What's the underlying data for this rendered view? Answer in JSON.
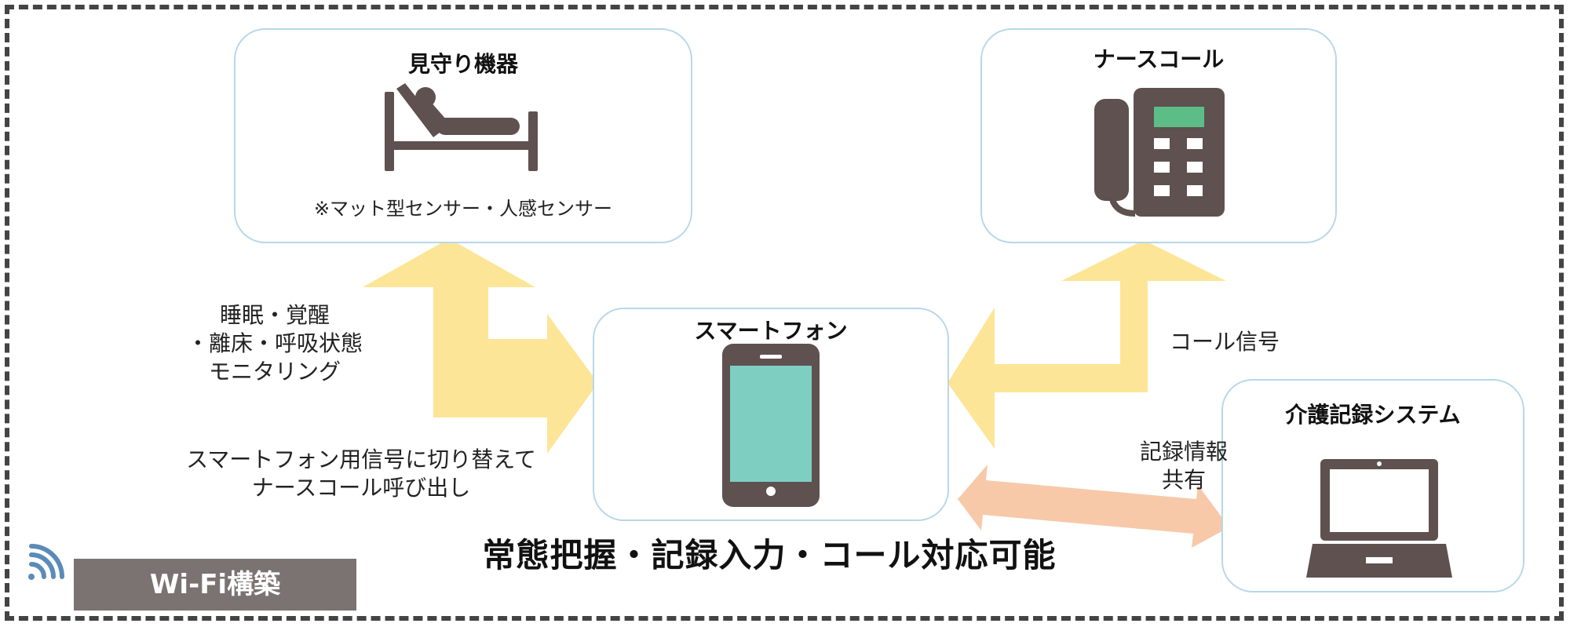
{
  "nodes": {
    "monitor": {
      "title": "見守り機器",
      "note": "※マット型センサー・人感センサー"
    },
    "nurse_call": {
      "title": "ナースコール"
    },
    "smartphone": {
      "title": "スマートフォン"
    },
    "care_record": {
      "title": "介護記録システム"
    }
  },
  "labels": {
    "monitor_signal": [
      "睡眠・覚醒",
      "・離床・呼吸状態",
      "モニタリング"
    ],
    "phone_switch": [
      "スマートフォン用信号に切り替えて",
      "ナースコール呼び出し"
    ],
    "call_signal": "コール信号",
    "record_share": [
      "記録情報",
      "共有"
    ]
  },
  "caption": "常態把握・記録入力・コール対応可能",
  "wifi": {
    "label": "Wi-Fi構築",
    "icon": "wifi-icon"
  },
  "colors": {
    "arrow_yellow": "#fde597",
    "arrow_peach": "#f7c9a9",
    "box_border": "#b7d7ea",
    "icon_brown": "#5e5150",
    "phone_screen": "#7ecfc2",
    "phone_display_green": "#5cbe86",
    "wifi_blue": "#5b8bb8",
    "wifi_label_bg": "#7a7371"
  }
}
